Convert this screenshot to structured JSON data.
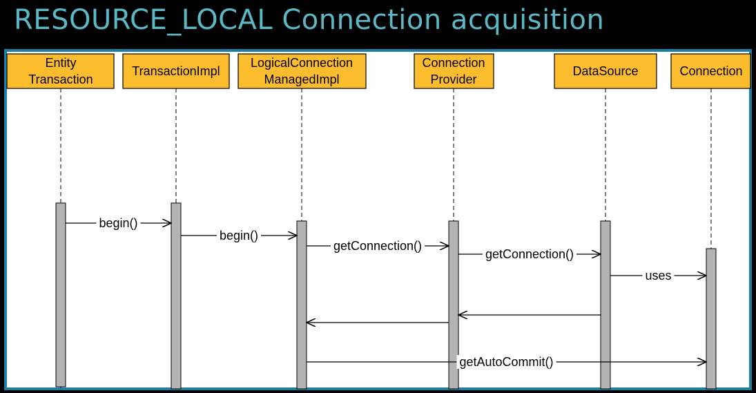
{
  "title": "RESOURCE_LOCAL Connection acquisition",
  "colors": {
    "title": "#5bb8c6",
    "border": "#1d7ea8",
    "participant_fill": "#fbbd2e",
    "activation_fill": "#b3b3b3"
  },
  "participants": [
    {
      "id": "entity-transaction",
      "lines": [
        "Entity",
        "Transaction"
      ]
    },
    {
      "id": "transaction-impl",
      "lines": [
        "TransactionImpl"
      ]
    },
    {
      "id": "logical-connection-managed-impl",
      "lines": [
        "LogicalConnection",
        "ManagedImpl"
      ]
    },
    {
      "id": "connection-provider",
      "lines": [
        "Connection",
        "Provider"
      ]
    },
    {
      "id": "datasource",
      "lines": [
        "DataSource"
      ]
    },
    {
      "id": "connection",
      "lines": [
        "Connection"
      ]
    }
  ],
  "messages": [
    {
      "from": 0,
      "to": 1,
      "label": "begin()"
    },
    {
      "from": 1,
      "to": 2,
      "label": "begin()"
    },
    {
      "from": 2,
      "to": 3,
      "label": "getConnection()"
    },
    {
      "from": 3,
      "to": 4,
      "label": "getConnection()"
    },
    {
      "from": 4,
      "to": 5,
      "label": "uses"
    },
    {
      "from": 4,
      "to": 3,
      "label": ""
    },
    {
      "from": 3,
      "to": 2,
      "label": ""
    },
    {
      "from": 2,
      "to": 5,
      "label": "getAutoCommit()"
    }
  ]
}
